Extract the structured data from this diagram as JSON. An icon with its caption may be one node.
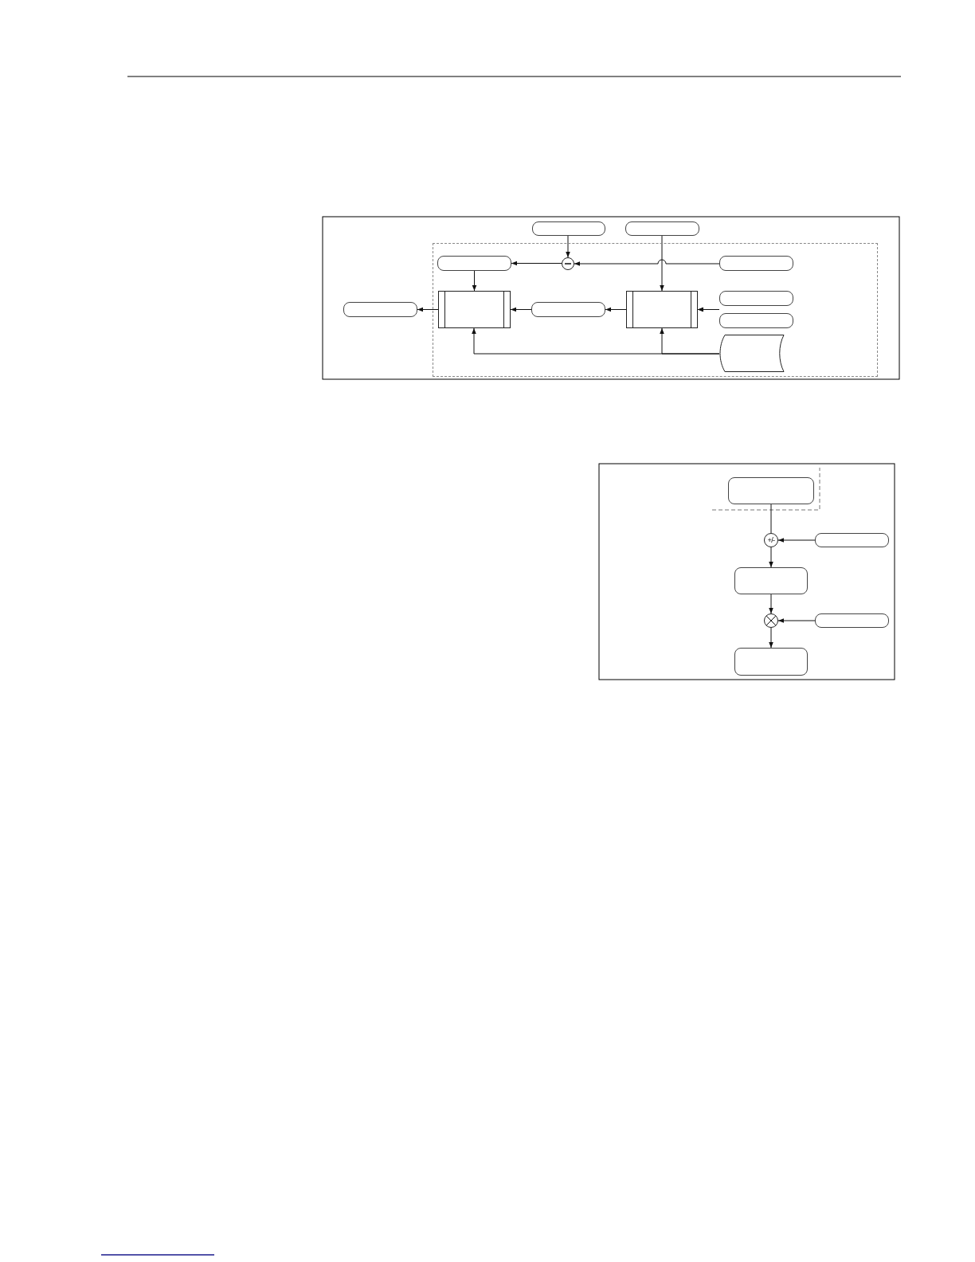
{
  "diagram": {
    "nodes": [
      {
        "text": [],
        "shape": "box"
      },
      {
        "text": [],
        "shape": "box"
      },
      {
        "text": [],
        "shape": "box"
      },
      {
        "text": [],
        "shape": "box",
        "in": 2
      },
      {
        "text": [],
        "shape": "circle",
        "in": 2
      },
      {
        "text": [],
        "shape": "box",
        "in": 2
      },
      {
        "text": [],
        "shape": "box"
      },
      {
        "text": [],
        "shape": "box",
        "in": 2
      },
      {
        "text": [],
        "shape": "box",
        "in": 2
      },
      {
        "text": [],
        "shape": "box",
        "in": 2
      },
      {
        "text": [],
        "shape": "box",
        "in": 2
      },
      {
        "text": [],
        "shape": "box",
        "in": 2
      },
      {
        "text": [],
        "shape": "storage",
        "in": 2
      },
      {
        "text": [],
        "shape": "box"
      },
      {
        "text": [
          "+/-"
        ]
      },
      {
        "text": [],
        "shape": "box"
      },
      {
        "text": [],
        "shape": "box"
      },
      {
        "text": [],
        "shape": "circle"
      },
      {
        "text": [],
        "shape": "box"
      },
      {
        "text": [],
        "shape": "box"
      }
    ],
    "edges": [
      {
        "from": 0,
        "to": 4,
        "arrow": "to"
      },
      {
        "from": 1,
        "to": 9,
        "arrow": "to"
      },
      {
        "from": 5,
        "to": 4,
        "arrow": "to"
      },
      {
        "from": 4,
        "to": 3,
        "arrow": "to"
      },
      {
        "from": 3,
        "to": 7,
        "arrow": "to"
      },
      {
        "from": 9,
        "to": 8,
        "arrow": "to"
      },
      {
        "from": 8,
        "to": 7,
        "arrow": "to"
      },
      {
        "from": 7,
        "to": 6,
        "arrow": "to"
      },
      {
        "from": 10,
        "to": 9,
        "arrow": "to"
      },
      {
        "from": 11,
        "to": 9,
        "arrow": "to"
      },
      {
        "from": 12,
        "to": 7,
        "arrow": "to"
      },
      {
        "from": 12,
        "to": 9,
        "arrow": "to"
      },
      {
        "from": 13,
        "to": 14,
        "arrow": "none"
      },
      {
        "from": 15,
        "to": 14,
        "arrow": "to"
      },
      {
        "from": 14,
        "to": 16,
        "arrow": "to"
      },
      {
        "from": 16,
        "to": 17,
        "arrow": "to"
      },
      {
        "from": 18,
        "to": 17,
        "arrow": "to"
      },
      {
        "from": 17,
        "to": 19,
        "arrow": "to"
      }
    ]
  }
}
